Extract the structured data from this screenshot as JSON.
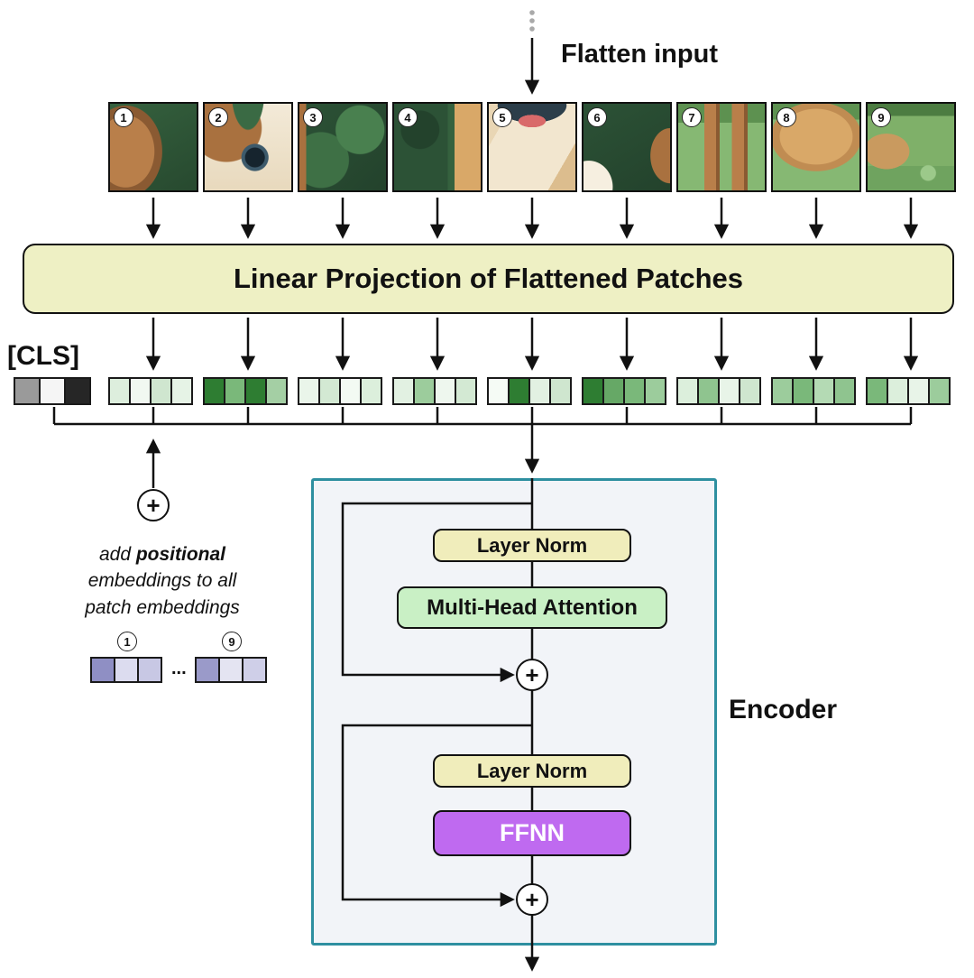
{
  "flatten": {
    "label": "Flatten input"
  },
  "projection": {
    "label": "Linear Projection of Flattened Patches"
  },
  "cls": {
    "label": "[CLS]"
  },
  "patches": [
    "1",
    "2",
    "3",
    "4",
    "5",
    "6",
    "7",
    "8",
    "9"
  ],
  "tokens": {
    "cls_cells": [
      "#9a9a9a",
      "#f5f5f5",
      "#262626"
    ],
    "patch_tokens": [
      [
        "#ddeedd",
        "#f1f8f1",
        "#cfe6cf",
        "#e6f3e6"
      ],
      [
        "#2e7d32",
        "#7ab87a",
        "#2e7d32",
        "#a4cfa4"
      ],
      [
        "#eaf5ea",
        "#d3e9d3",
        "#f3faf3",
        "#dcefdc"
      ],
      [
        "#e2f1e2",
        "#9ccc9c",
        "#eef7ee",
        "#d3e9d3"
      ],
      [
        "#f5fbf5",
        "#2e7d32",
        "#e2f1e2",
        "#cfe6cf"
      ],
      [
        "#2e7d32",
        "#66a866",
        "#7ab87a",
        "#9ccc9c"
      ],
      [
        "#dcefdc",
        "#8fc48f",
        "#e8f4e8",
        "#cfe6cf"
      ],
      [
        "#9ccc9c",
        "#7ab87a",
        "#b4dab4",
        "#8fc48f"
      ],
      [
        "#7ab87a",
        "#dcefdc",
        "#e8f4e8",
        "#9ccc9c"
      ]
    ]
  },
  "positional": {
    "note_pre": "add ",
    "note_bold": "positional",
    "note_line2": "embeddings to all",
    "note_line3": "patch embeddings",
    "ellipsis": "...",
    "tokens": [
      {
        "number": "1",
        "cells": [
          "#8f8fc4",
          "#dcdcef",
          "#c8c8e4"
        ]
      },
      {
        "number": "9",
        "cells": [
          "#9a9ac9",
          "#e4e4f2",
          "#cfcfe8"
        ]
      }
    ]
  },
  "encoder": {
    "label": "Encoder",
    "layer_norm": "Layer Norm",
    "mha": "Multi-Head Attention",
    "ffnn": "FFNN"
  },
  "icons": {
    "plus": "+"
  },
  "colors": {
    "projection_bg": "#eef0c4",
    "layer_norm_bg": "#f0edbb",
    "mha_bg": "#c9f0c5",
    "ffnn_bg": "#bf6af0",
    "encoder_bg": "#f2f4f8",
    "encoder_border": "#2e8fa0",
    "arrow": "#111111"
  }
}
